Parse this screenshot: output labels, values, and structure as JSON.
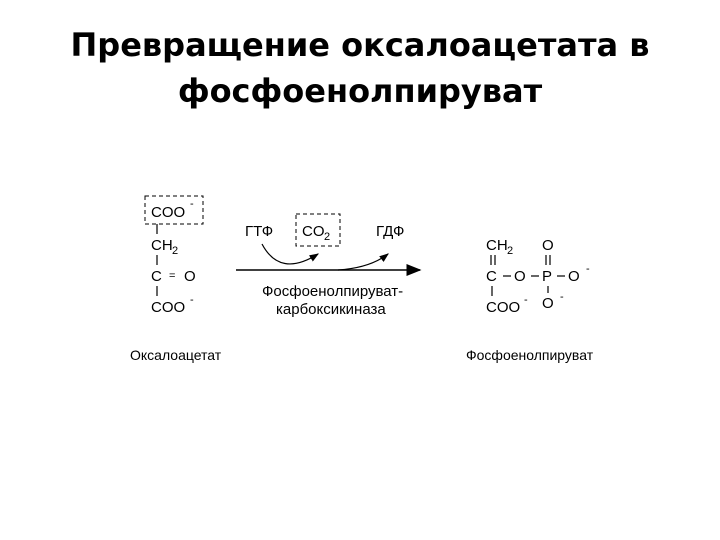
{
  "title": {
    "line1": "Превращение оксалоацетата в",
    "line2": "фосфоенолпируват"
  },
  "substrate": {
    "coo_top": "COO",
    "coo_top_charge": "-",
    "ch2": "CH",
    "ch2_sub": "2",
    "c": "C",
    "eq": "=",
    "o": "O",
    "coo_bottom": "COO",
    "coo_bottom_charge": "-",
    "name": "Оксалоацетат"
  },
  "reaction": {
    "gtp": "ГТФ",
    "co2": "CO",
    "co2_sub": "2",
    "gdp": "ГДФ",
    "enzyme_line1": "Фосфоенолпируват-",
    "enzyme_line2": "карбоксикиназа"
  },
  "product": {
    "ch2": "CH",
    "ch2_sub": "2",
    "c": "C",
    "o_link": "O",
    "p": "P",
    "o_top": "O",
    "o_right": "O",
    "o_right_charge": "-",
    "o_bottom": "O",
    "o_bottom_charge": "-",
    "coo": "COO",
    "coo_charge": "-",
    "name": "Фосфоенолпируват"
  }
}
